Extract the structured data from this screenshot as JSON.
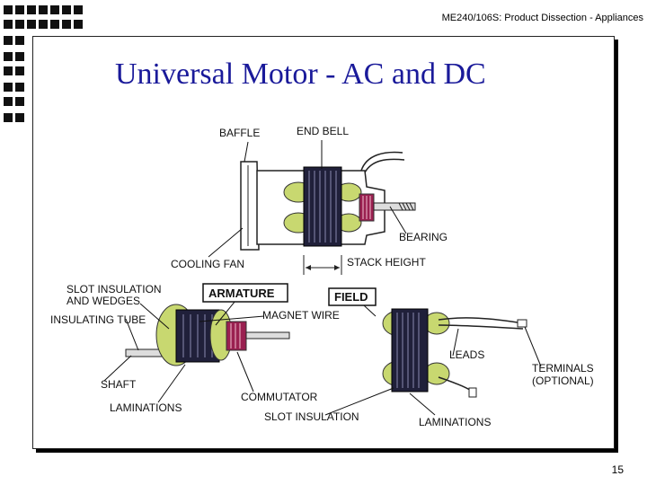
{
  "header": {
    "course": "ME240/106S: Product Dissection - Appliances"
  },
  "title": "Universal Motor - AC and DC",
  "labels": {
    "baffle": "BAFFLE",
    "end_bell": "END BELL",
    "bearing": "BEARING",
    "cooling_fan": "COOLING FAN",
    "stack_height": "STACK HEIGHT",
    "slot_insulation_wedges_1": "SLOT INSULATION",
    "slot_insulation_wedges_2": "AND WEDGES",
    "armature": "ARMATURE",
    "field": "FIELD",
    "insulating_tube": "INSULATING TUBE",
    "magnet_wire": "MAGNET WIRE",
    "leads": "LEADS",
    "terminals_1": "TERMINALS",
    "terminals_2": "(OPTIONAL)",
    "shaft": "SHAFT",
    "commutator": "COMMUTATOR",
    "laminations_left": "LAMINATIONS",
    "slot_insulation": "SLOT INSULATION",
    "laminations_right": "LAMINATIONS"
  },
  "page": {
    "number": "15"
  },
  "colors": {
    "title": "#1a1a9a",
    "coil": "#c8d870",
    "laminations": "#20203a",
    "commutator": "#9a2050"
  }
}
